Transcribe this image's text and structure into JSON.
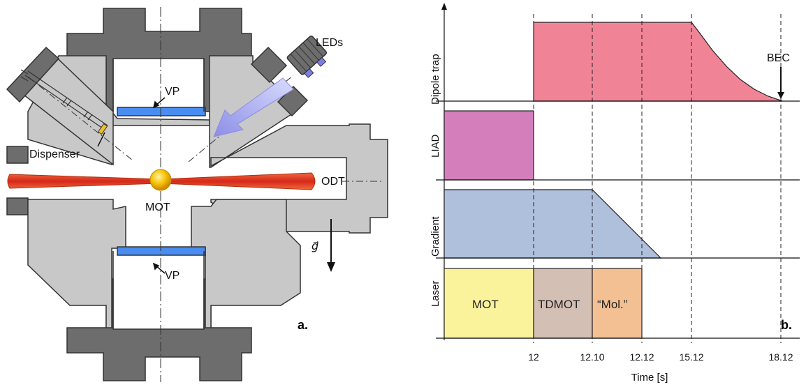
{
  "panel_a": {
    "labels": {
      "leds": "LEDs",
      "vp_top": "VP",
      "vp_bottom": "VP",
      "dispenser": "Dispenser",
      "odt": "ODT",
      "mot": "MOT",
      "gravity": "g⃗",
      "panel": "a."
    }
  },
  "panel_b": {
    "panel": "b.",
    "xlabel": "Time [s]",
    "row_labels": [
      "Dipole trap",
      "LIAD",
      "Gradient",
      "Laser"
    ],
    "ticks": [
      "12",
      "12.10",
      "12.12",
      "15.12",
      "18.12"
    ],
    "bec_label": "BEC",
    "laser_segments": [
      "MOT",
      "TDMOT",
      "“Mol.”"
    ],
    "colors": {
      "dipole": "#f08496",
      "liad": "#d47fbb",
      "gradient": "#aec0dc",
      "mot": "#fbf29c",
      "tdmot": "#d4bfb5",
      "mol": "#f3c094"
    }
  }
}
